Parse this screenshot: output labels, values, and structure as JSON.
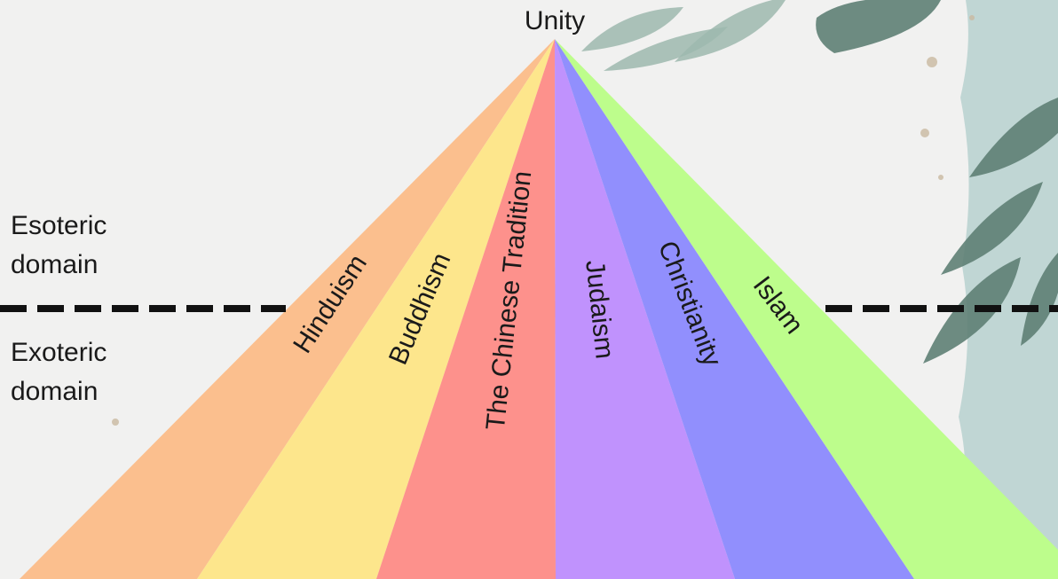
{
  "apex_label": "Unity",
  "domains": {
    "esoteric": [
      "Esoteric",
      "domain"
    ],
    "exoteric": [
      "Exoteric",
      "domain"
    ]
  },
  "traditions": [
    {
      "name": "Hinduism",
      "color": "#fbbf8e"
    },
    {
      "name": "Buddhism",
      "color": "#fde68c"
    },
    {
      "name": "The Chinese Tradition",
      "color": "#fd918c"
    },
    {
      "name": "Judaism",
      "color": "#c092fd"
    },
    {
      "name": "Christianity",
      "color": "#918ffd"
    },
    {
      "name": "Islam",
      "color": "#bdfd8c"
    }
  ],
  "colors": {
    "background": "#f1f1f0",
    "divider": "#111111",
    "leaf_dark": "#5e7f74",
    "leaf_light": "#9db9ae",
    "watercolor": "#b4cfcd"
  }
}
